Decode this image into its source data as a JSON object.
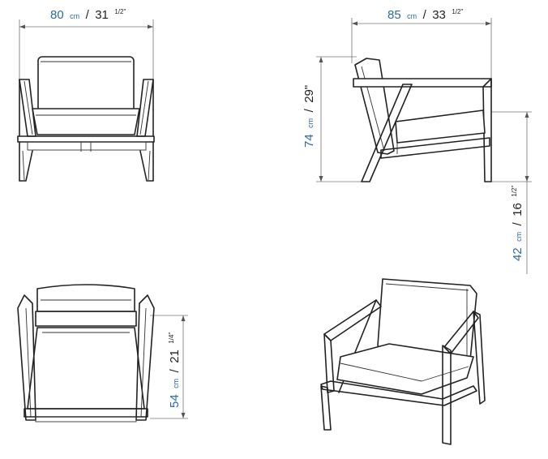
{
  "dimensions": {
    "width": {
      "cm_value": "80",
      "cm_unit": "cm",
      "inch_whole": "31",
      "inch_fraction": "1/2\""
    },
    "depth": {
      "cm_value": "85",
      "cm_unit": "cm",
      "inch_whole": "33",
      "inch_fraction": "1/2\""
    },
    "height": {
      "cm_value": "74",
      "cm_unit": "cm",
      "inch_whole": "29\""
    },
    "seat_height": {
      "cm_value": "42",
      "cm_unit": "cm",
      "inch_whole": "16",
      "inch_fraction": "1/2\""
    },
    "seat_depth": {
      "cm_value": "54",
      "cm_unit": "cm",
      "inch_whole": "21",
      "inch_fraction": "1/4\""
    },
    "separator": "/"
  },
  "colors": {
    "metric": "#2b6aa6",
    "line": "#222222"
  }
}
